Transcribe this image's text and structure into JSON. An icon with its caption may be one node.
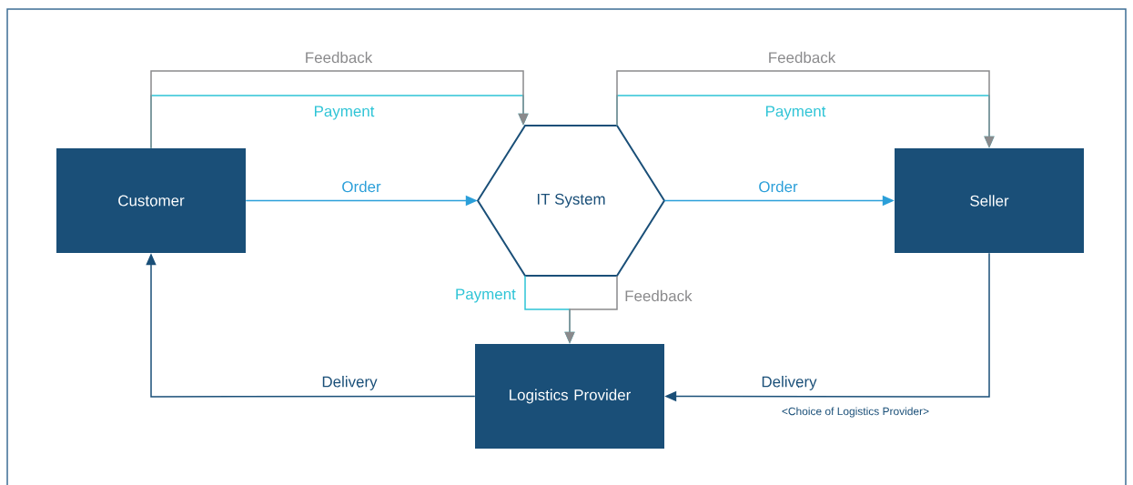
{
  "diagram": {
    "nodes": [
      {
        "text": [
          "Customer"
        ]
      },
      {
        "text": [
          "IT System"
        ]
      },
      {
        "text": [
          "Seller"
        ]
      },
      {
        "text": [
          "Logistics Provider"
        ]
      }
    ],
    "edges": [
      {
        "from": 0,
        "to": 1,
        "arrow": "to",
        "label": "Order",
        "color": "#2b9fd9"
      },
      {
        "from": 0,
        "to": 1,
        "arrow": "to",
        "label": "Payment",
        "color": "#2ec4d6"
      },
      {
        "from": 0,
        "to": 1,
        "arrow": "to",
        "label": "Feedback",
        "color": "#8a8a8c"
      },
      {
        "from": 1,
        "to": 2,
        "arrow": "to",
        "label": "Order",
        "color": "#2b9fd9"
      },
      {
        "from": 1,
        "to": 2,
        "arrow": "to",
        "label": "Payment",
        "color": "#2ec4d6"
      },
      {
        "from": 1,
        "to": 2,
        "arrow": "to",
        "label": "Feedback",
        "color": "#8a8a8c"
      },
      {
        "from": 1,
        "to": 3,
        "arrow": "to",
        "label": "Payment",
        "color": "#2ec4d6"
      },
      {
        "from": 1,
        "to": 3,
        "arrow": "to",
        "label": "Feedback",
        "color": "#8a8a8c"
      },
      {
        "from": 2,
        "to": 3,
        "arrow": "to",
        "label": "Delivery",
        "color": "#1a4f78"
      },
      {
        "from": 3,
        "to": 0,
        "arrow": "to",
        "label": "Delivery",
        "color": "#1a4f78"
      }
    ],
    "labels": [
      "<Choice of Logistics Provider>"
    ]
  }
}
